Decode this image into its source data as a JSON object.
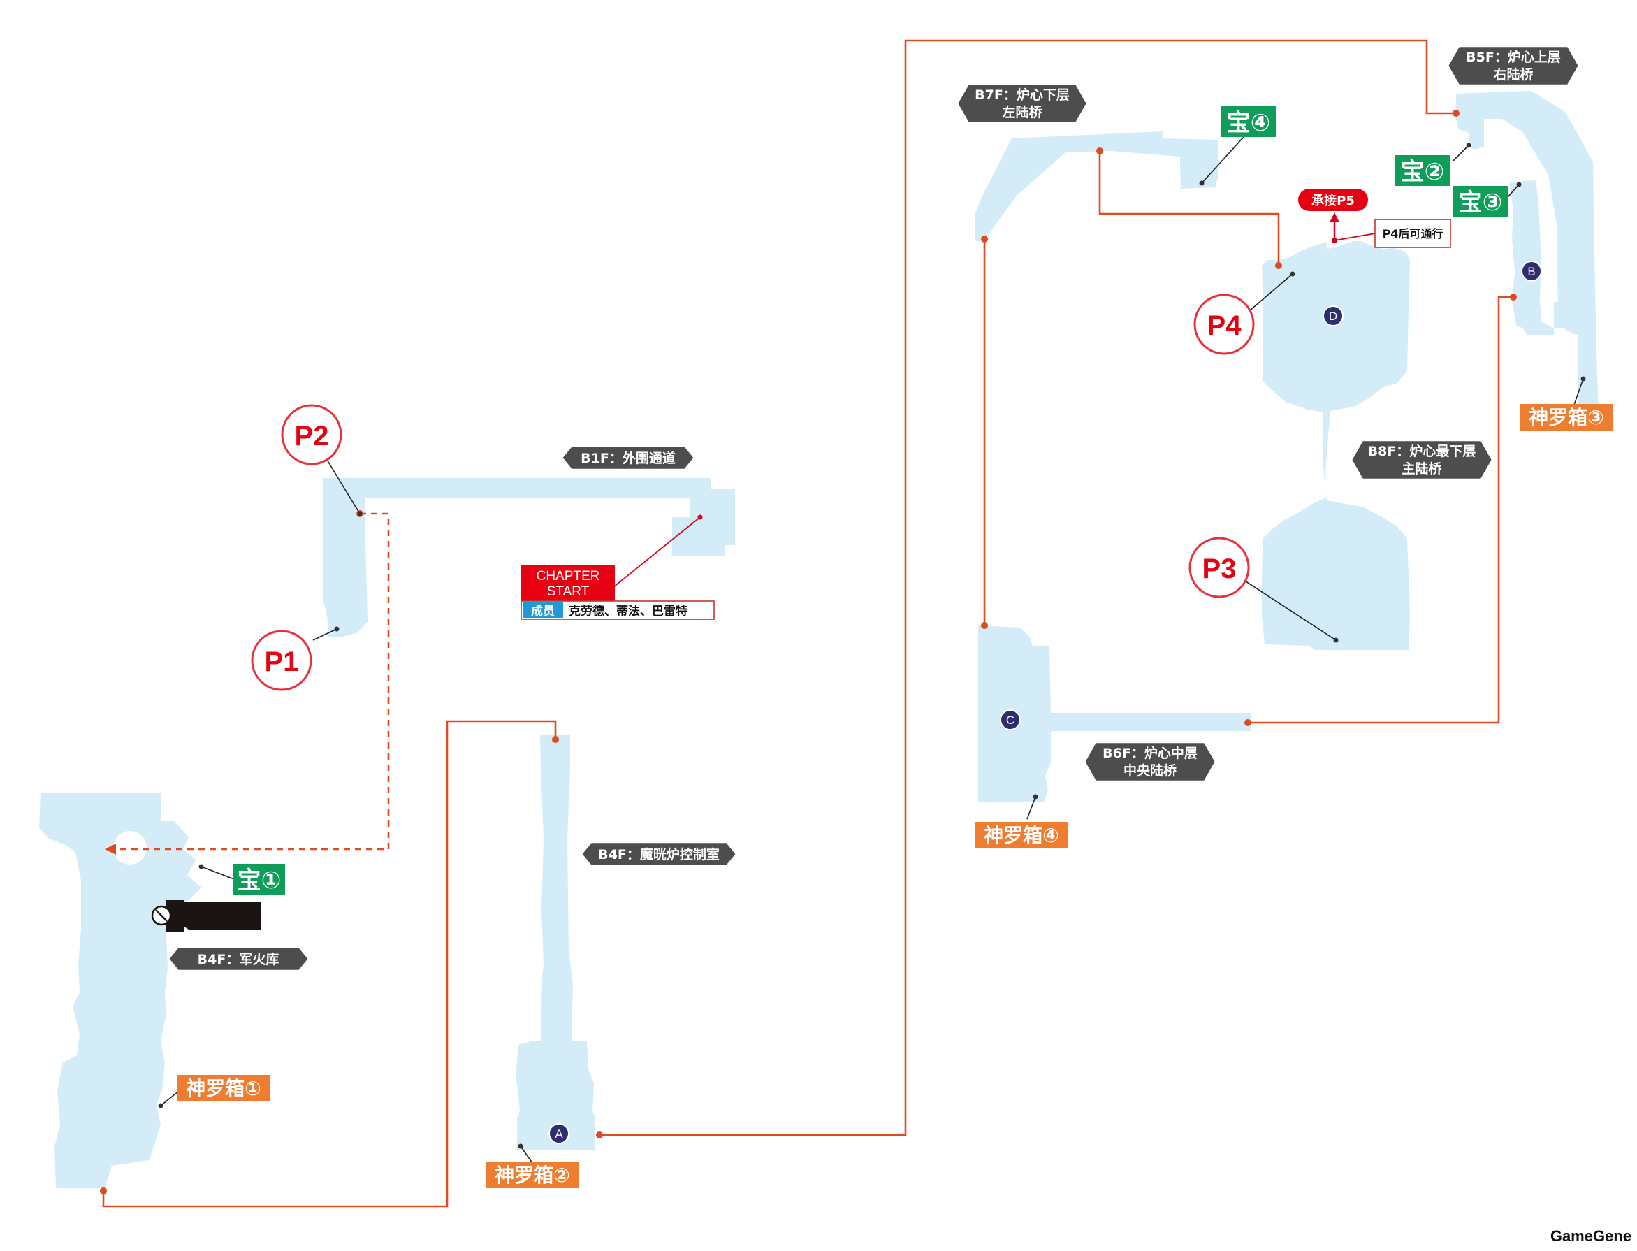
{
  "map": {
    "areas": {
      "b1f": "B1F：外围通道",
      "b4f_control": "B4F：魔晄炉控制室",
      "b4f_armory": "B4F：军火库",
      "b5f_line1": "B5F：炉心上层",
      "b5f_line2": "右陆桥",
      "b6f_line1": "B6F：炉心中层",
      "b6f_line2": "中央陆桥",
      "b7f_line1": "B7F：炉心下层",
      "b7f_line2": "左陆桥",
      "b8f_line1": "B8F：炉心最下层",
      "b8f_line2": "主陆桥"
    },
    "points": {
      "p1": "P1",
      "p2": "P2",
      "p3": "P3",
      "p4": "P4"
    },
    "treasures": {
      "t1": "宝①",
      "t2": "宝②",
      "t3": "宝③",
      "t4": "宝④"
    },
    "shinra_boxes": {
      "s1": "神罗箱①",
      "s2": "神罗箱②",
      "s3": "神罗箱③",
      "s4": "神罗箱④"
    },
    "nodes": {
      "a": "A",
      "b": "B",
      "c": "C",
      "d": "D"
    },
    "start": {
      "line1": "CHAPTER",
      "line2": "START",
      "member_tag": "成员",
      "members": "克劳德、蒂法、巴雷特"
    },
    "continue_label": "承接P5",
    "after_p4_note": "P4后可通行"
  },
  "watermark": "GameGene",
  "colors": {
    "room": "#d4ecf8",
    "route": "#e04a22",
    "treasure": "#0f9e5a",
    "shinra_box": "#ee7d30",
    "point": "#e60012",
    "area_plate": "#4d4d4d"
  }
}
